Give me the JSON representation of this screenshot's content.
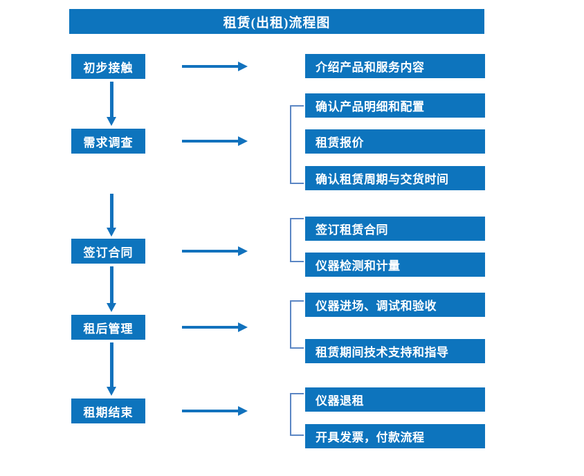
{
  "title": "租赁(出租)流程图",
  "colors": {
    "box_fill": "#0d74bd",
    "box_text": "#ffffff",
    "arrow": "#1272bd",
    "bracket": "#5b86c4",
    "background": "#ffffff"
  },
  "stages": [
    {
      "label": "初步接触"
    },
    {
      "label": "需求调查"
    },
    {
      "label": "签订合同"
    },
    {
      "label": "租后管理"
    },
    {
      "label": "租期结束"
    }
  ],
  "details": [
    {
      "label": "介绍产品和服务内容"
    },
    {
      "label": "确认产品明细和配置"
    },
    {
      "label": "租赁报价"
    },
    {
      "label": "确认租赁周期与交货时间"
    },
    {
      "label": "签订租赁合同"
    },
    {
      "label": "仪器检测和计量"
    },
    {
      "label": "仪器进场、调试和验收"
    },
    {
      "label": "租赁期间技术支持和指导"
    },
    {
      "label": "仪器退租"
    },
    {
      "label": "开具发票，付款流程"
    }
  ]
}
